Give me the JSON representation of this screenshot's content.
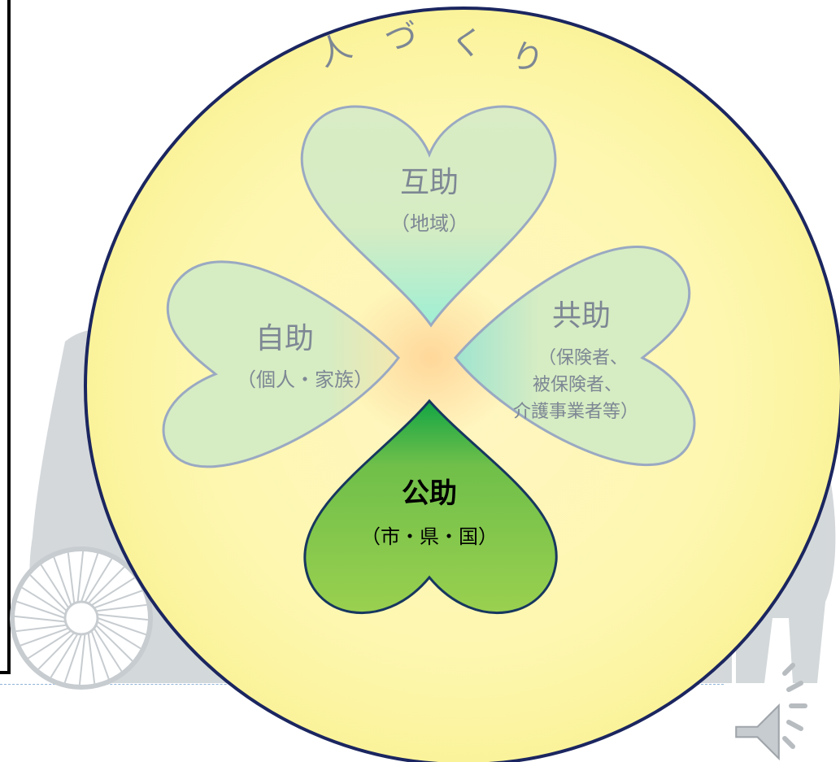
{
  "diagram": {
    "ring_label": "人づくり",
    "ring_chars": [
      "人",
      "づ",
      "く",
      "り"
    ],
    "leaves": {
      "top": {
        "title": "互助",
        "sub": [
          "（地域）"
        ]
      },
      "left": {
        "title": "自助",
        "sub": [
          "（個人・家族）"
        ]
      },
      "right": {
        "title": "共助",
        "sub": [
          "（保険者、",
          "被保険者、",
          "介護事業者等）"
        ]
      },
      "bottom": {
        "title": "公助",
        "sub": [
          "（市・県・国）"
        ]
      }
    }
  },
  "colors": {
    "circle_fill": "#fdf7b0",
    "circle_stroke": "#1b2660",
    "leaf_fill": "#d6ecc3",
    "leaf_stroke": "#9aa9c2",
    "leaf_text": "#7d8794",
    "bottom_leaf_dark": "#12a544",
    "bottom_leaf_light": "#9ad04f",
    "bottom_leaf_stroke": "#17375f",
    "center_glow": "#ffd79a",
    "silhouette": "#cfd4d7",
    "divider": "#8fb3d9",
    "speaker": "#b7bcc0"
  },
  "icons": {
    "speaker": "speaker-icon"
  }
}
